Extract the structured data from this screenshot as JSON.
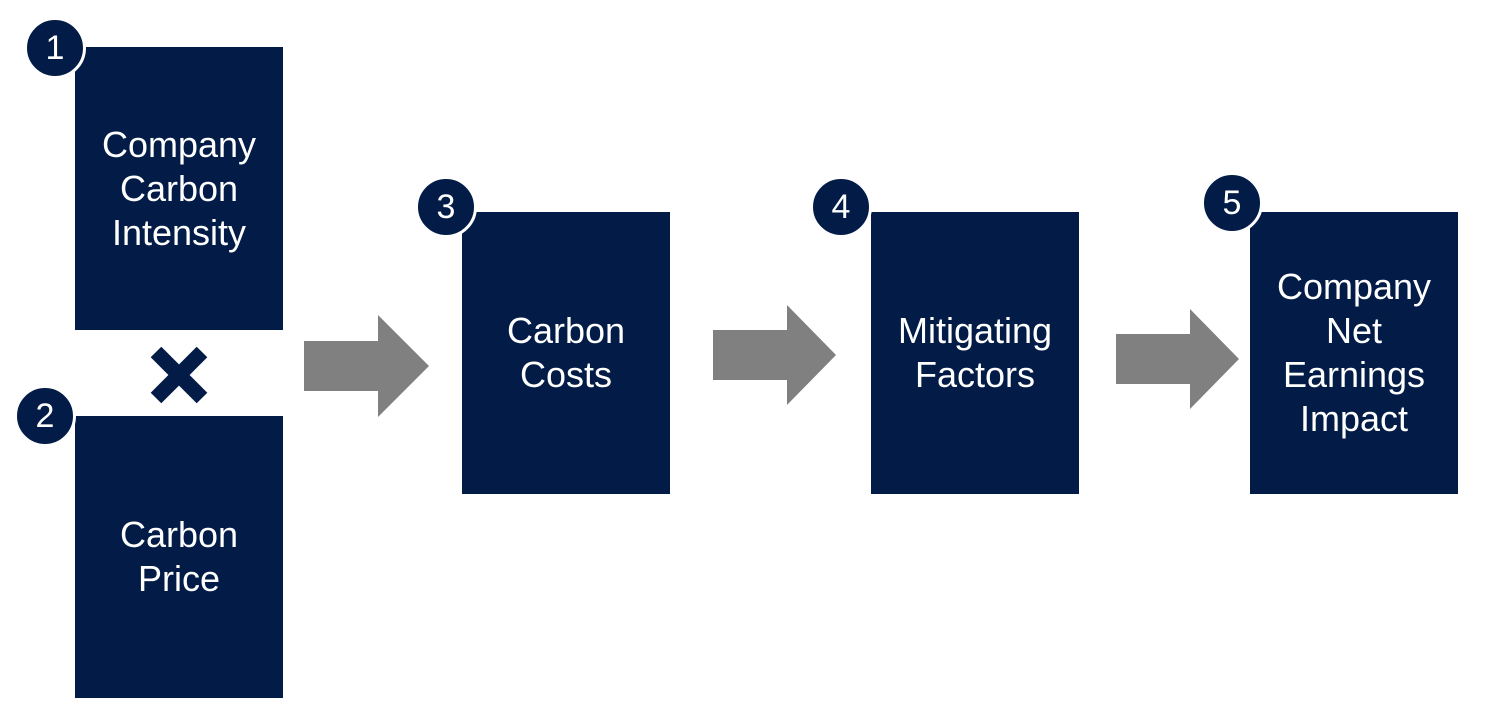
{
  "steps": [
    {
      "number": "1",
      "label": "Company\nCarbon\nIntensity"
    },
    {
      "number": "2",
      "label": "Carbon\nPrice"
    },
    {
      "number": "3",
      "label": "Carbon\nCosts"
    },
    {
      "number": "4",
      "label": "Mitigating\nFactors"
    },
    {
      "number": "5",
      "label": "Company\nNet\nEarnings\nImpact"
    }
  ],
  "icons": {
    "operator": "multiply-icon",
    "connector": "arrow-right-icon"
  },
  "colors": {
    "box": "#031c47",
    "arrow": "#808080",
    "background": "#ffffff",
    "text": "#ffffff"
  }
}
